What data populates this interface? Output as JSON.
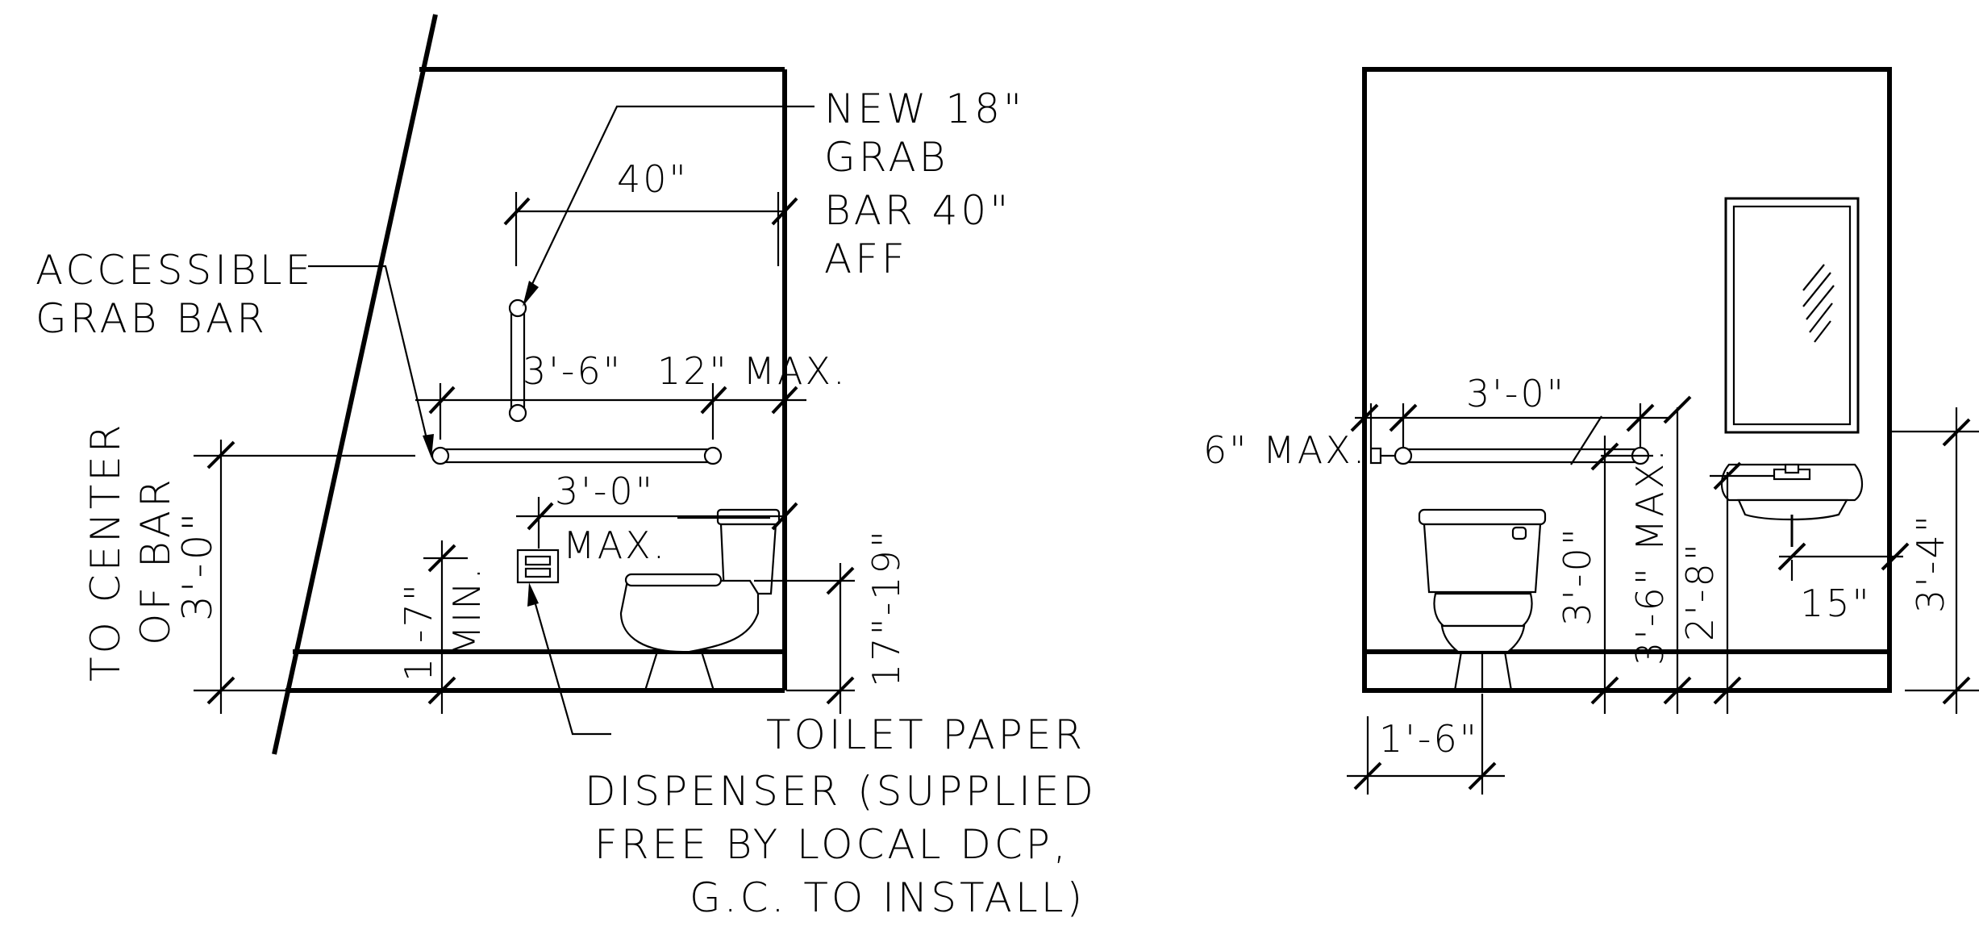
{
  "left_elevation": {
    "callout_new_grab_bar": [
      "NEW 18\"",
      "GRAB",
      "BAR 40\"",
      "AFF"
    ],
    "callout_accessible_grab_bar": [
      "ACCESSIBLE",
      "GRAB BAR"
    ],
    "dim_40": "40\"",
    "dim_3_6": "3'-6\"",
    "dim_12_max": "12\" MAX.",
    "dim_3_0_max_a": "3'-0\"",
    "dim_3_0_max_b": "MAX.",
    "dim_to_center_bar": [
      "TO CENTER",
      "OF BAR",
      "3'-0\""
    ],
    "dim_1_7_a": "1'-7\"",
    "dim_1_7_b": "MIN.",
    "dim_17_19": "17\"-19\"",
    "callout_toilet_paper": [
      "TOILET PAPER",
      "DISPENSER (SUPPLIED",
      "FREE BY LOCAL DCP,",
      "G.C. TO INSTALL)"
    ]
  },
  "right_elevation": {
    "dim_6_max": "6\" MAX.",
    "dim_3_0_top": "3'-0\"",
    "dim_3_0_vert": "3'-0\"",
    "dim_3_6_max": "3'-6\" MAX.",
    "dim_2_8": "2'-8\"",
    "dim_15": "15\"",
    "dim_3_4": "3'-4\"",
    "dim_1_6": "1'-6\""
  }
}
